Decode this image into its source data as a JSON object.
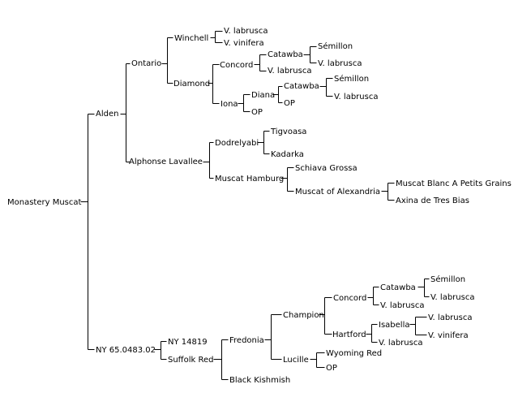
{
  "colors": {
    "text": "#000000",
    "line": "#000000",
    "background": "#ffffff"
  },
  "pedigree": {
    "root": "Monastery Muscat",
    "nodes": {
      "root": "Monastery Muscat",
      "alden": "Alden",
      "ontario": "Ontario",
      "winchell": "Winchell",
      "winchell_labrusca": "V. labrusca",
      "winchell_vinifera": "V. vinifera",
      "diamond": "Diamond",
      "concord1": "Concord",
      "catawba1": "Catawba",
      "semillon1": "Sémillon",
      "labrusca1a": "V. labrusca",
      "labrusca1b": "V. labrusca",
      "iona": "Iona",
      "diana": "Diana",
      "catawba2": "Catawba",
      "semillon2": "Sémillon",
      "labrusca2": "V. labrusca",
      "op1": "OP",
      "op2": "OP",
      "alphonse": "Alphonse Lavallee",
      "dodrelyabi": "Dodrelyabi",
      "tigvoasa": "Tigvoasa",
      "kadarka": "Kadarka",
      "muscat_hamburg": "Muscat Hamburg",
      "schiava": "Schiava Grossa",
      "muscat_alexandria": "Muscat of Alexandria",
      "muscat_blanc": "Muscat Blanc A Petits Grains",
      "axina": "Axina de Tres Bias",
      "ny65": "NY 65.0483.02",
      "ny14819": "NY 14819",
      "suffolk": "Suffolk Red",
      "fredonia": "Fredonia",
      "champion": "Champion",
      "concord2": "Concord",
      "catawba3": "Catawba",
      "semillon3": "Sémillon",
      "labrusca3a": "V. labrusca",
      "labrusca3b": "V. labrusca",
      "hartford": "Hartford",
      "isabella": "Isabella",
      "labrusca4": "V. labrusca",
      "vinifera4": "V. vinifera",
      "labrusca5": "V. labrusca",
      "lucille": "Lucille",
      "wyoming": "Wyoming Red",
      "op3": "OP",
      "black_kishmish": "Black Kishmish"
    }
  }
}
